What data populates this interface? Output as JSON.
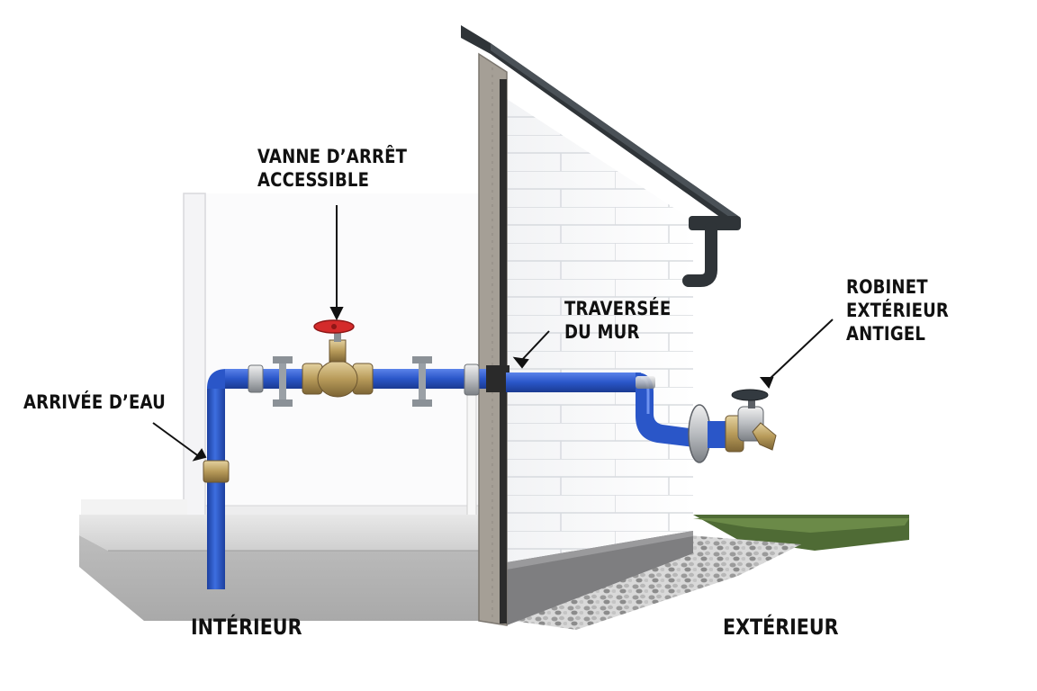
{
  "labels": {
    "vanne": {
      "line1": "VANNE D’ARRÊT",
      "line2": "ACCESSIBLE"
    },
    "arrivee": {
      "line1": "ARRIVÉE D’EAU"
    },
    "traversee": {
      "line1": "TRAVERSÉE",
      "line2": "DU MUR"
    },
    "robinet": {
      "line1": "ROBINET",
      "line2": "EXTÉRIEUR",
      "line3": "ANTIGEL"
    },
    "interieur": "INTÉRIEUR",
    "exterieur": "EXTÉRIEUR"
  },
  "colors": {
    "pipe": "#2a56c8",
    "pipe_highlight": "#6f93f0",
    "valve_handle": "#d42b2b",
    "brass": "#b89b5a",
    "wall_edge": "#a59f96",
    "roof": "#2f3438",
    "grass": "#4f6b35",
    "floor": "#cfcfcf"
  }
}
